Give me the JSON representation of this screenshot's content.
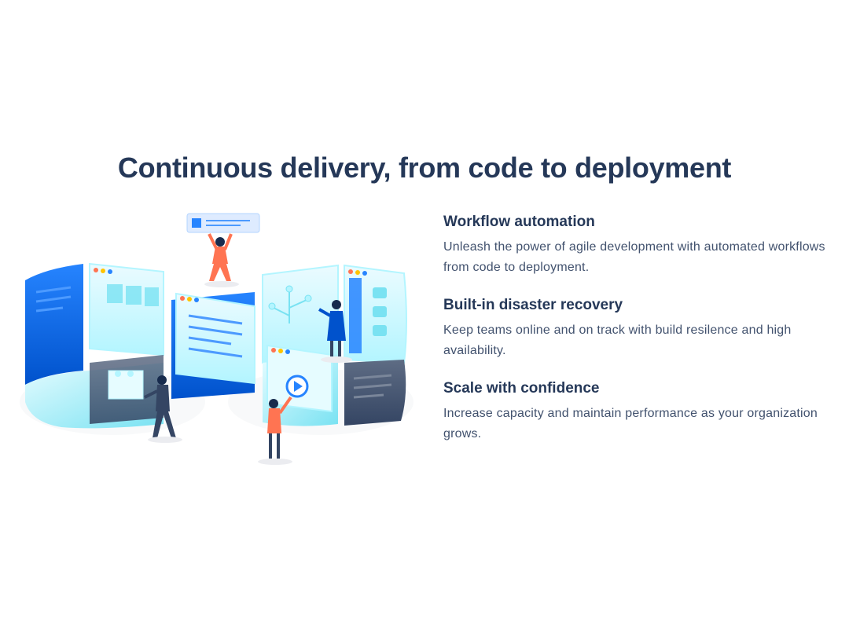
{
  "headline": "Continuous delivery, from code to deployment",
  "illustration": {
    "icon": "infinity-workflow-illustration",
    "colors": {
      "blue_dark": "#0052CC",
      "blue_mid": "#2684FF",
      "cyan_light": "#B3F5FF",
      "cyan_mid": "#79E2F2",
      "cyan_pale": "#E6FCFF",
      "slate": "#344563",
      "orange": "#FF7452"
    }
  },
  "features": [
    {
      "title": "Workflow automation",
      "description": "Unleash the power of agile development with automated workflows from code to deployment."
    },
    {
      "title": "Built-in disaster recovery",
      "description": "Keep teams online and on track with build resilence and high availability."
    },
    {
      "title": "Scale with confidence",
      "description": "Increase capacity and maintain performance as your organization grows."
    }
  ]
}
